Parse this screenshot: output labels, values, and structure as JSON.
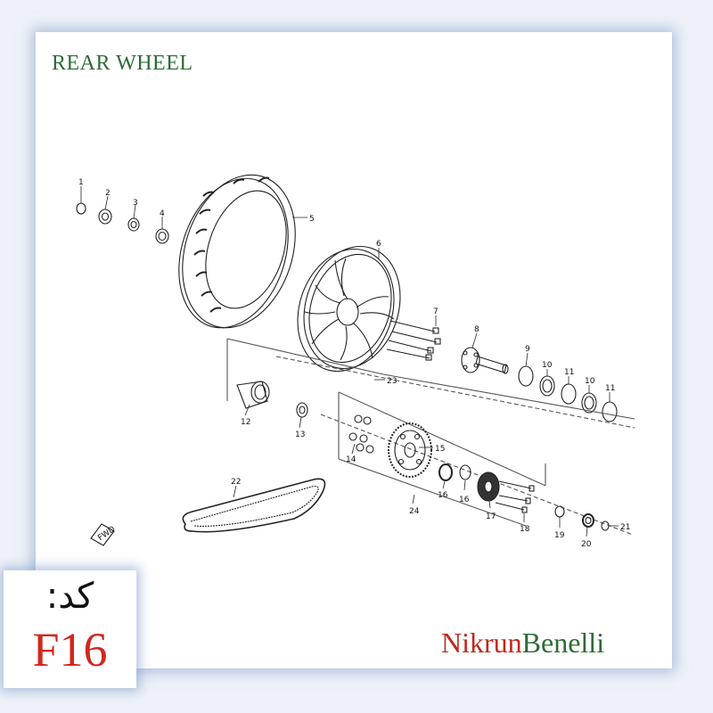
{
  "diagram": {
    "title": "REAR WHEEL",
    "parts": [
      {
        "ref": "1"
      },
      {
        "ref": "2"
      },
      {
        "ref": "3"
      },
      {
        "ref": "4"
      },
      {
        "ref": "5"
      },
      {
        "ref": "6"
      },
      {
        "ref": "7"
      },
      {
        "ref": "8"
      },
      {
        "ref": "9"
      },
      {
        "ref": "10"
      },
      {
        "ref": "11"
      },
      {
        "ref": "10"
      },
      {
        "ref": "11"
      },
      {
        "ref": "12"
      },
      {
        "ref": "13"
      },
      {
        "ref": "14"
      },
      {
        "ref": "15"
      },
      {
        "ref": "16"
      },
      {
        "ref": "16"
      },
      {
        "ref": "17"
      },
      {
        "ref": "18"
      },
      {
        "ref": "19"
      },
      {
        "ref": "20"
      },
      {
        "ref": "21"
      },
      {
        "ref": "22"
      },
      {
        "ref": "23"
      },
      {
        "ref": "24"
      }
    ],
    "direction_marker": "FWD"
  },
  "code_box": {
    "label": "کد:",
    "value": "F16"
  },
  "brand": {
    "part1": "Nikrun",
    "part2": "Benelli"
  },
  "colors": {
    "title": "#2e6b35",
    "brand_red": "#c0281e",
    "brand_green": "#2e6b35",
    "code_value": "#d0281e",
    "frame_glow": "#7896c8"
  }
}
